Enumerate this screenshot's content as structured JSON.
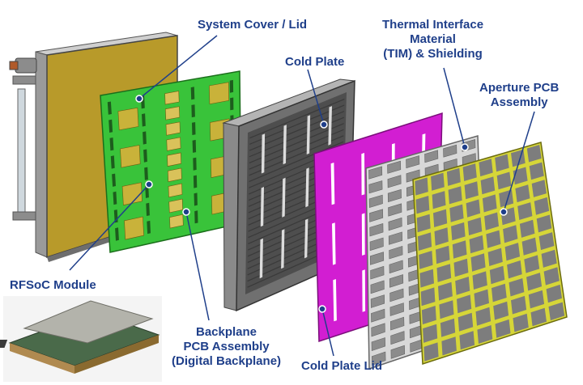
{
  "labels": {
    "system_cover": "System Cover / Lid",
    "tim_line1": "Thermal Interface",
    "tim_line2": "Material",
    "tim_line3": "(TIM) & Shielding",
    "cold_plate": "Cold Plate",
    "aperture_line1": "Aperture PCB",
    "aperture_line2": "Assembly",
    "rfsoc": "RFSoC Module",
    "backplane_line1": "Backplane",
    "backplane_line2": "PCB Assembly",
    "backplane_line3": "(Digital Backplane)",
    "cold_plate_lid": "Cold Plate Lid"
  },
  "colors": {
    "label_text": "#1f3f8a",
    "cover_gold": "#b89a2a",
    "backplane_green": "#39c33a",
    "cold_plate_gray": "#707070",
    "cold_plate_lid_magenta": "#d21ed2",
    "tim_light_gray": "#d8d8d8",
    "aperture_yellow": "#d6d638",
    "aperture_cell_gray": "#7d7d7d"
  }
}
